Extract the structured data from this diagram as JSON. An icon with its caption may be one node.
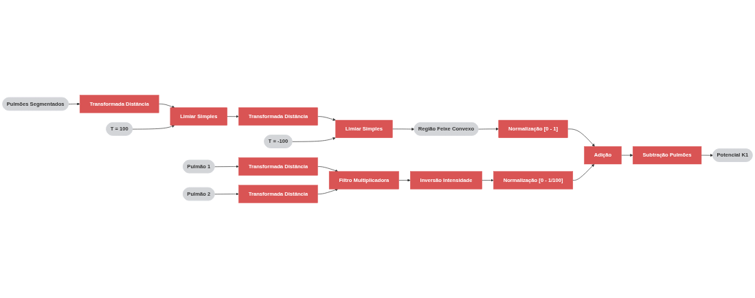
{
  "diagram": {
    "nodes": [
      {
        "text": [
          "Pulmões Segmentados"
        ]
      },
      {
        "text": [
          "Transformada Distância"
        ]
      },
      {
        "text": [
          "T = 100"
        ]
      },
      {
        "text": [
          "Limiar Simples"
        ]
      },
      {
        "text": [
          "Transformada Distância"
        ]
      },
      {
        "text": [
          "T = -100"
        ]
      },
      {
        "text": [
          "Limiar Simples"
        ]
      },
      {
        "text": [
          "Região Feixe Convexo"
        ]
      },
      {
        "text": [
          "Normalização [0 - 1]"
        ]
      },
      {
        "text": [
          "Pulmão 1"
        ]
      },
      {
        "text": [
          "Transformada Distância"
        ]
      },
      {
        "text": [
          "Pulmão 2"
        ]
      },
      {
        "text": [
          "Transformada Distância"
        ]
      },
      {
        "text": [
          "Filtro Multiplicadora"
        ]
      },
      {
        "text": [
          "Inversão Intensidade"
        ]
      },
      {
        "text": [
          "Normalização [0 - 1/100]"
        ]
      },
      {
        "text": [
          "Adição"
        ]
      },
      {
        "text": [
          "Subtração Pulmões"
        ]
      },
      {
        "text": [
          "Potencial K1"
        ]
      }
    ],
    "edges": [
      {
        "from": 0,
        "to": 1,
        "arrow": "to"
      },
      {
        "from": 1,
        "to": 3,
        "arrow": "to"
      },
      {
        "from": 2,
        "to": 3,
        "arrow": "to"
      },
      {
        "from": 3,
        "to": 4,
        "arrow": "to"
      },
      {
        "from": 4,
        "to": 6,
        "arrow": "to"
      },
      {
        "from": 5,
        "to": 6,
        "arrow": "to"
      },
      {
        "from": 6,
        "to": 7,
        "arrow": "to"
      },
      {
        "from": 7,
        "to": 8,
        "arrow": "to"
      },
      {
        "from": 8,
        "to": 16,
        "arrow": "to"
      },
      {
        "from": 9,
        "to": 10,
        "arrow": "to"
      },
      {
        "from": 11,
        "to": 12,
        "arrow": "to"
      },
      {
        "from": 10,
        "to": 13,
        "arrow": "to"
      },
      {
        "from": 12,
        "to": 13,
        "arrow": "to"
      },
      {
        "from": 13,
        "to": 14,
        "arrow": "to"
      },
      {
        "from": 14,
        "to": 15,
        "arrow": "to"
      },
      {
        "from": 15,
        "to": 16,
        "arrow": "to"
      },
      {
        "from": 16,
        "to": 17,
        "arrow": "to"
      },
      {
        "from": 17,
        "to": 18,
        "arrow": "to"
      }
    ]
  }
}
